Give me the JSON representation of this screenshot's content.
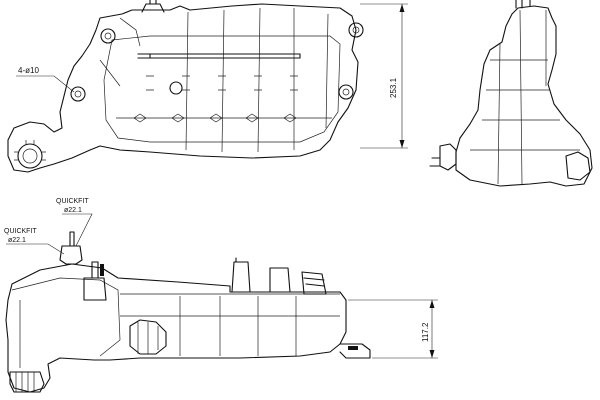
{
  "drawing": {
    "top_view": {
      "bolt_label": "4-ø10",
      "height_dim": "253.1"
    },
    "front_view": {
      "quickfit_upper": {
        "title": "QUICKFIT",
        "size": "ø22.1"
      },
      "quickfit_lower": {
        "title": "QUICKFIT",
        "size": "ø22.1"
      },
      "height_dim": "117.2"
    }
  }
}
